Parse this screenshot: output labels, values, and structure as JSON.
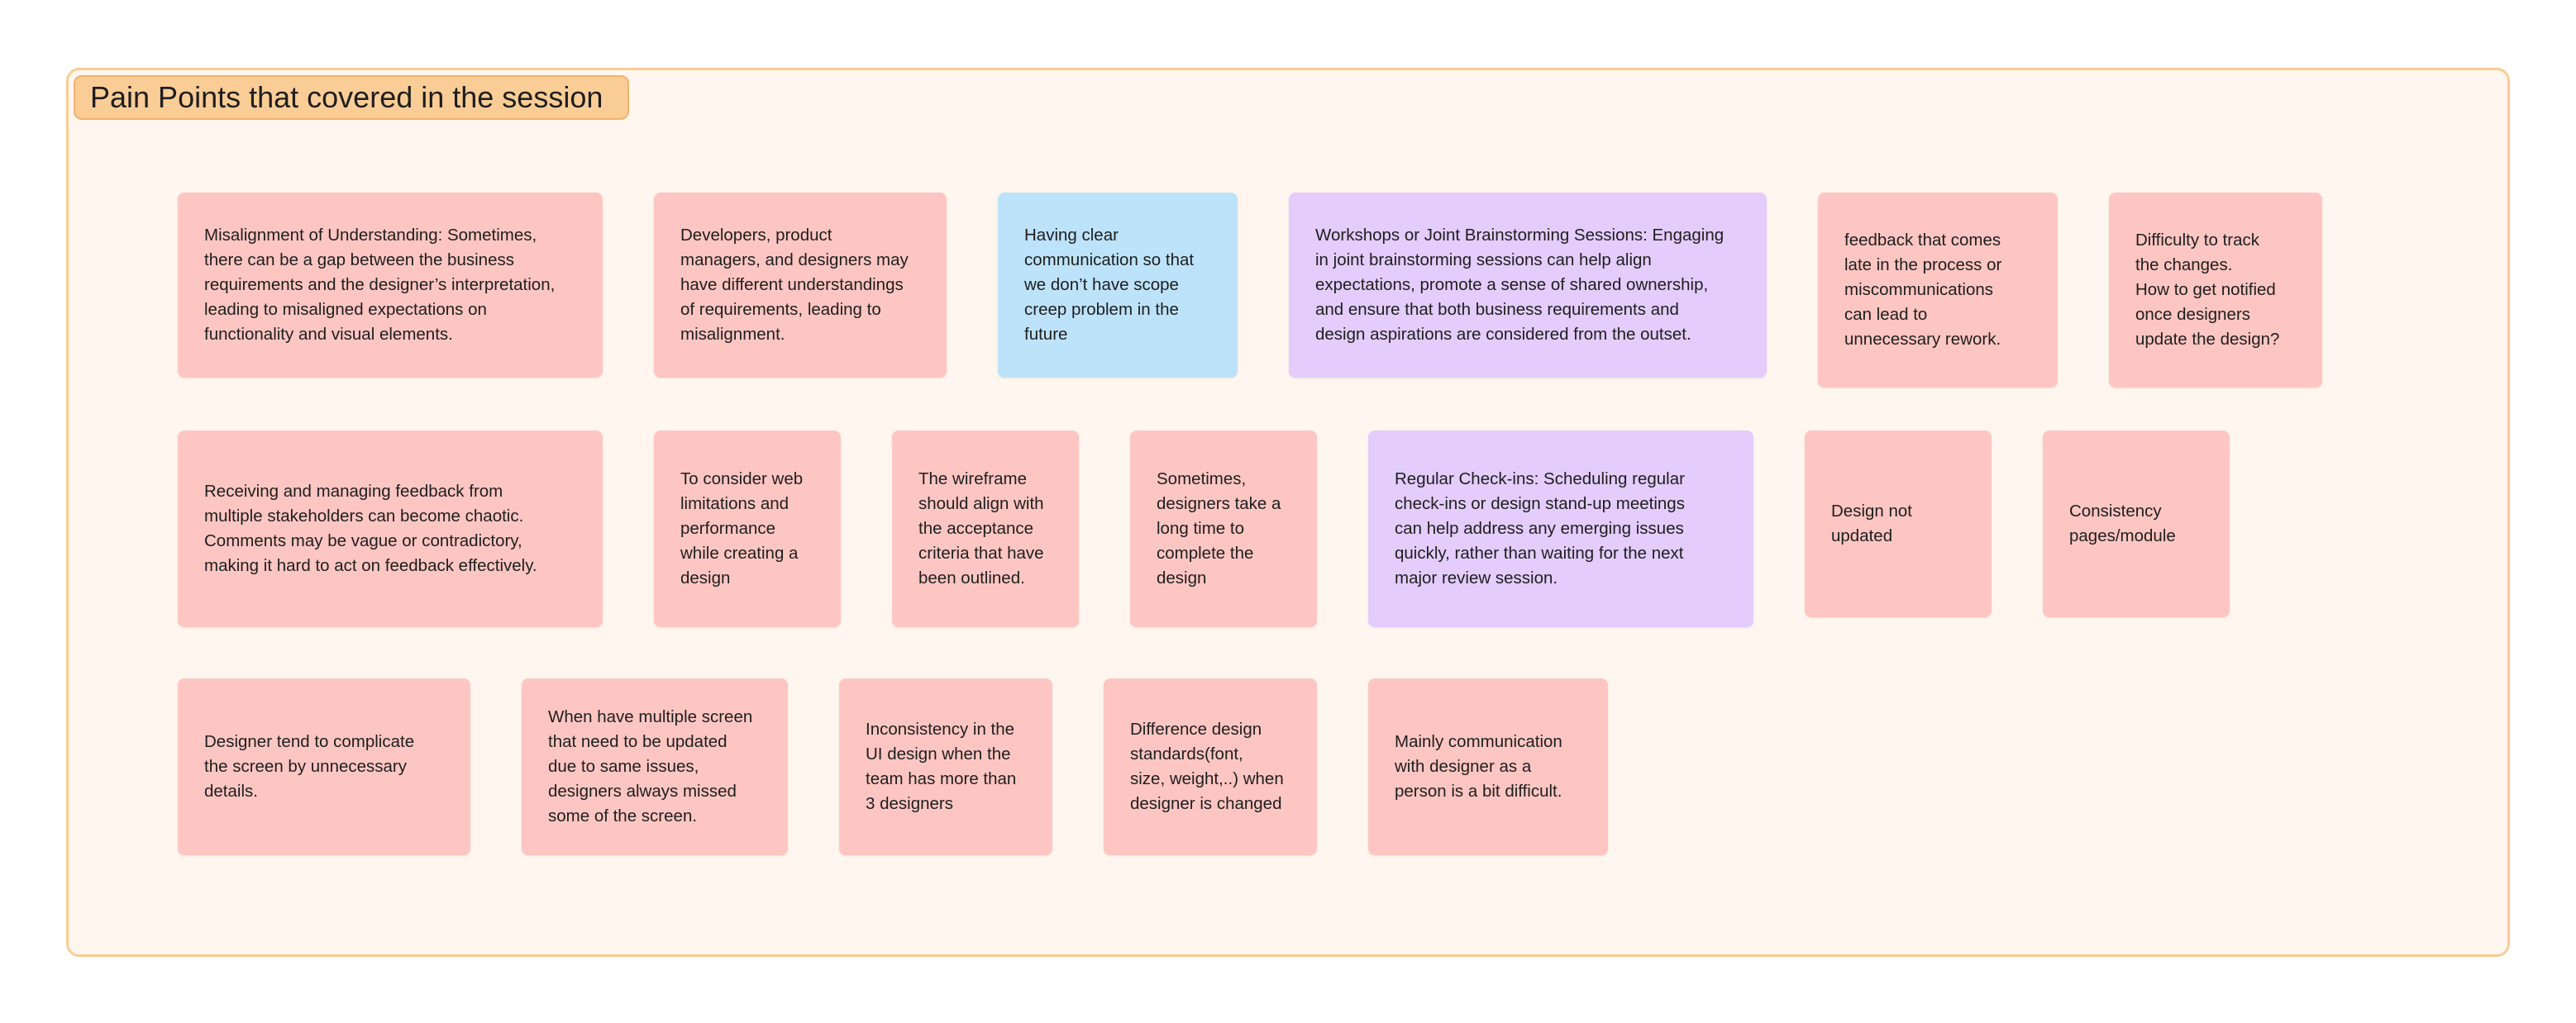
{
  "board": {
    "section_title": "Pain Points that covered in the session",
    "colors": {
      "section_background": "#fef6ef",
      "section_border": "#fbcb92",
      "title_background": "#fbcd96",
      "note_red": "#fec6c2",
      "note_blue": "#bde3fb",
      "note_purple": "#e4ccfc"
    }
  },
  "notes": [
    {
      "color": "red",
      "text": "Misalignment of Understanding: Sometimes,\nthere can be a gap between the business\nrequirements and the designer’s interpretation,\nleading to misaligned expectations on\nfunctionality and visual elements."
    },
    {
      "color": "red",
      "text": "Developers, product\nmanagers, and designers may\nhave different understandings\nof requirements, leading to\nmisalignment."
    },
    {
      "color": "blue",
      "text": "Having clear\ncommunication so that\nwe don’t have scope\ncreep problem in the\nfuture"
    },
    {
      "color": "purple",
      "text": "Workshops or Joint Brainstorming Sessions: Engaging\nin joint brainstorming sessions can help align\nexpectations, promote a sense of shared ownership,\nand ensure that both business requirements and\ndesign aspirations are considered from the outset."
    },
    {
      "color": "red",
      "text": "feedback that comes\nlate in the process or\nmiscommunications\ncan lead to\nunnecessary rework."
    },
    {
      "color": "red",
      "text": "Difficulty to track\nthe changes.\nHow to get notified\nonce designers\nupdate the design?"
    },
    {
      "color": "red",
      "text": "Receiving and managing feedback from\nmultiple stakeholders can become chaotic.\nComments may be vague or contradictory,\nmaking it hard to act on feedback effectively."
    },
    {
      "color": "red",
      "text": "To consider web\nlimitations and\nperformance\nwhile creating a\ndesign"
    },
    {
      "color": "red",
      "text": "The wireframe\nshould align with\nthe acceptance\ncriteria that have\nbeen outlined."
    },
    {
      "color": "red",
      "text": "Sometimes,\ndesigners take a\nlong time to\ncomplete the\ndesign"
    },
    {
      "color": "purple",
      "text": "Regular Check-ins: Scheduling regular\ncheck-ins or design stand-up meetings\ncan help address any emerging issues\nquickly, rather than waiting for the next\nmajor review session."
    },
    {
      "color": "red",
      "text": "Design not\nupdated"
    },
    {
      "color": "red",
      "text": "Consistency\npages/module"
    },
    {
      "color": "red",
      "text": "Designer tend to complicate\nthe screen by unnecessary\ndetails."
    },
    {
      "color": "red",
      "text": "When have multiple screen\nthat need to be updated\ndue to same issues,\ndesigners always missed\nsome of the screen."
    },
    {
      "color": "red",
      "text": "Inconsistency in the\nUI design when the\nteam has more than\n3 designers"
    },
    {
      "color": "red",
      "text": "Difference design\nstandards(font,\nsize, weight,..) when\ndesigner is changed"
    },
    {
      "color": "red",
      "text": "Mainly communication\nwith designer as a\nperson is a bit difficult."
    }
  ]
}
